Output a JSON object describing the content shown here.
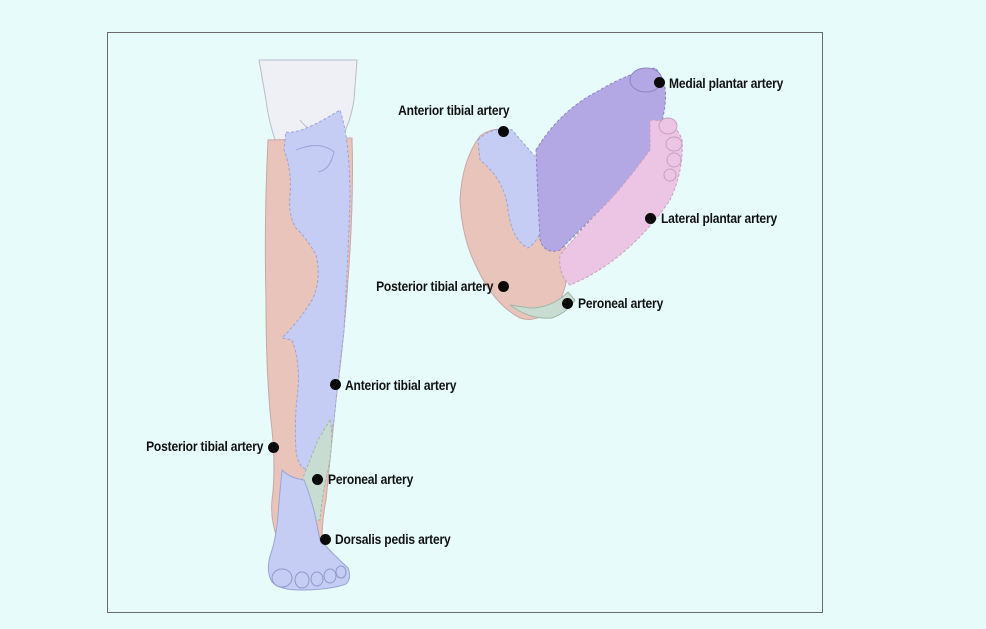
{
  "figure": {
    "colors": {
      "background": "#e8fbfb",
      "anterior_tibial": "#c5cdf5",
      "posterior_tibial": "#e8c4bb",
      "peroneal": "#c9dcd2",
      "medial_plantar": "#b3a8e4",
      "lateral_plantar": "#ebc5e3",
      "thigh": "#eef0f6"
    },
    "leg_labels": {
      "anterior_tibial": "Anterior tibial artery",
      "posterior_tibial": "Posterior tibial artery",
      "peroneal": "Peroneal artery",
      "dorsalis_pedis": "Dorsalis pedis artery"
    },
    "sole_labels": {
      "anterior_tibial": "Anterior tibial artery",
      "medial_plantar": "Medial plantar artery",
      "lateral_plantar": "Lateral plantar artery",
      "posterior_tibial": "Posterior tibial artery",
      "peroneal": "Peroneal artery"
    }
  }
}
